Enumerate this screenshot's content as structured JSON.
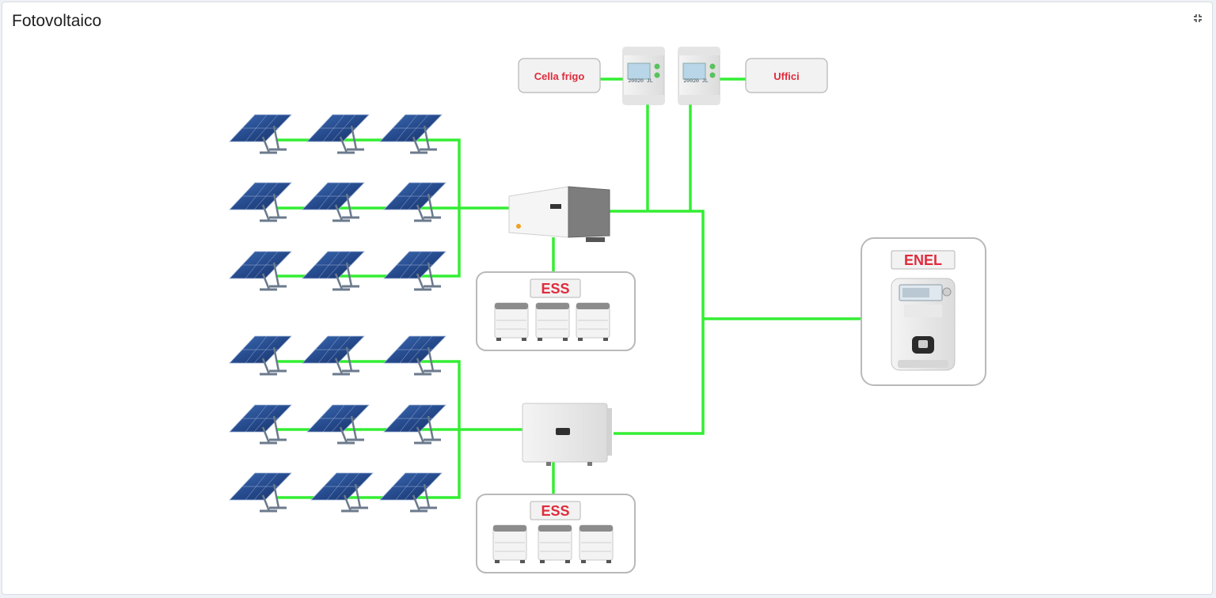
{
  "card": {
    "title": "Fotovoltaico",
    "collapse_icon": "compress-icon"
  },
  "meters": {
    "left_label": "Cella frigo",
    "right_label": "Uffici",
    "display_left": "20020 JL",
    "display_right": "20020 JL"
  },
  "storage": {
    "top_label": "ESS",
    "bottom_label": "ESS"
  },
  "grid": {
    "label": "ENEL"
  },
  "colors": {
    "line": "#33ee33",
    "label_red": "#e02b3c",
    "panel_blue": "#2b4f8e",
    "box_border": "#b9b9b9"
  }
}
